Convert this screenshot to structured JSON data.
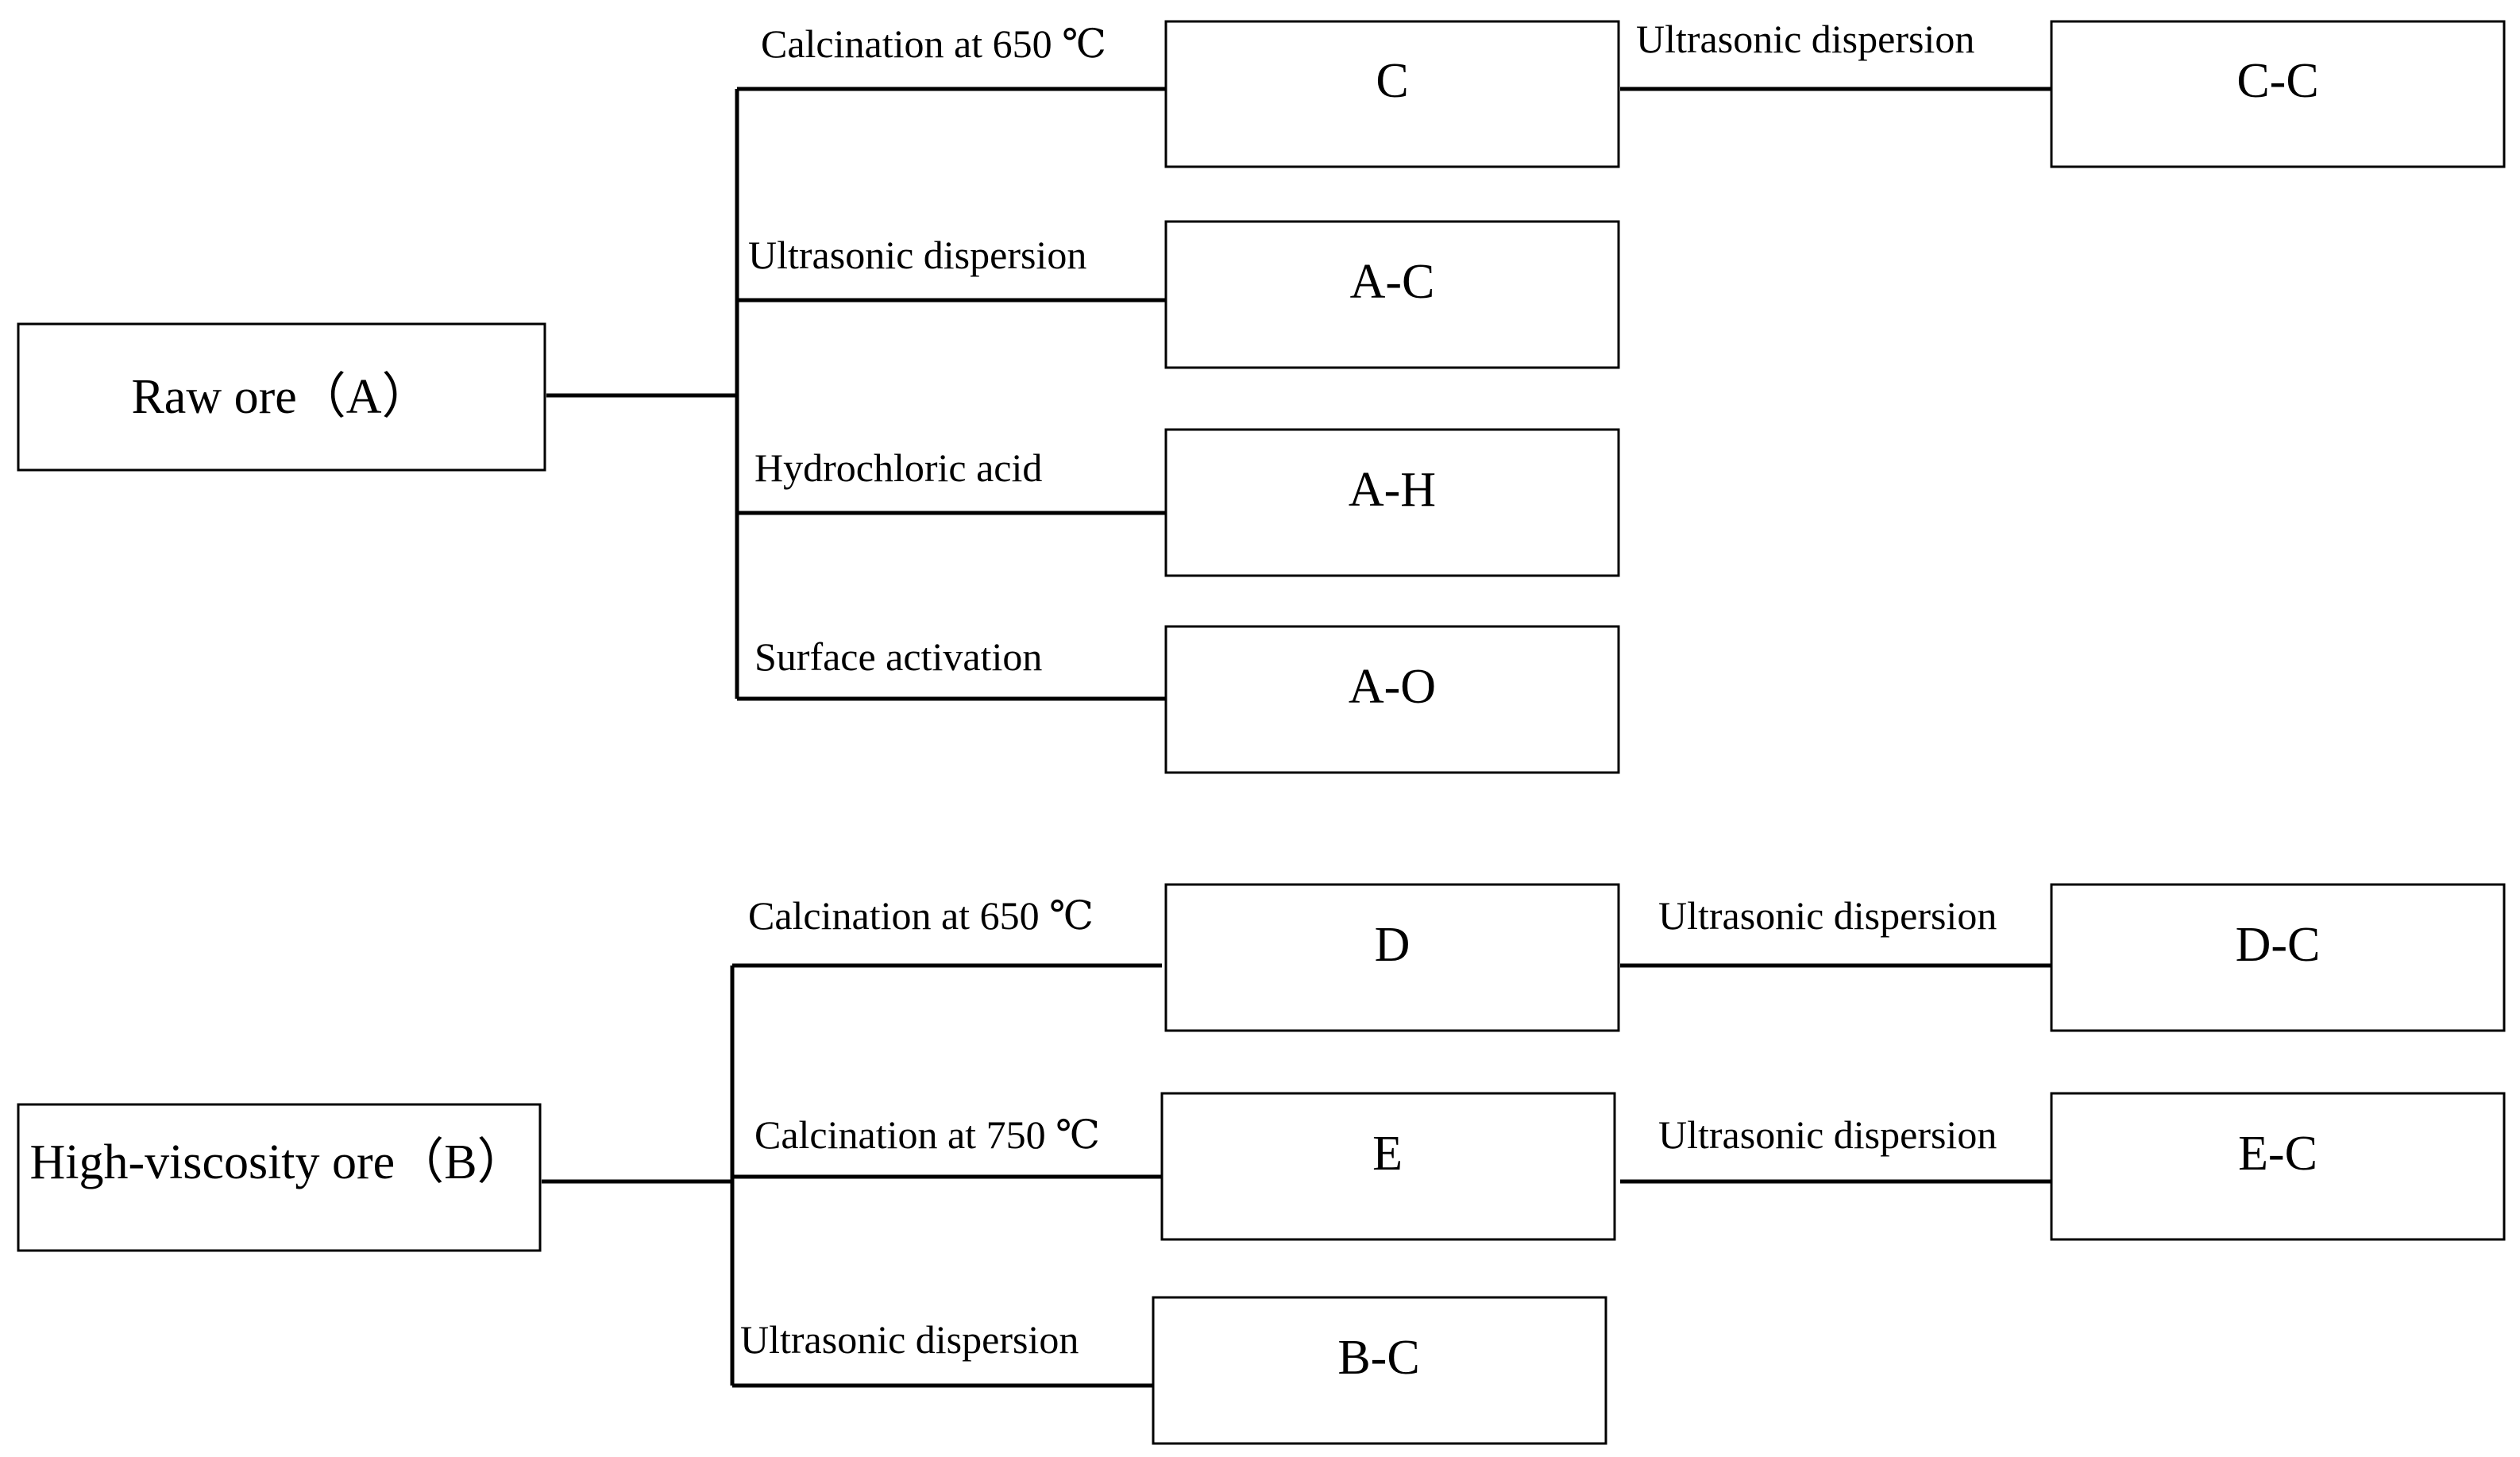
{
  "nodes": {
    "A": {
      "label": "Raw ore（A）"
    },
    "C": {
      "label": "C"
    },
    "CC": {
      "label": "C-C"
    },
    "AC": {
      "label": "A-C"
    },
    "AH": {
      "label": "A-H"
    },
    "AO": {
      "label": "A-O"
    },
    "B": {
      "label": "High-viscosity ore（B）"
    },
    "D": {
      "label": "D"
    },
    "DC": {
      "label": "D-C"
    },
    "E": {
      "label": "E"
    },
    "EC": {
      "label": "E-C"
    },
    "BC": {
      "label": "B-C"
    }
  },
  "edges": {
    "A_C": {
      "label": "Calcination at 650 ℃"
    },
    "C_CC": {
      "label": "Ultrasonic dispersion"
    },
    "A_AC": {
      "label": "Ultrasonic dispersion"
    },
    "A_AH": {
      "label": "Hydrochloric acid"
    },
    "A_AO": {
      "label": "Surface activation"
    },
    "B_D": {
      "label": "Calcination at 650 ℃"
    },
    "D_DC": {
      "label": "Ultrasonic dispersion"
    },
    "B_E": {
      "label": "Calcination at 750 ℃"
    },
    "E_EC": {
      "label": "Ultrasonic dispersion"
    },
    "B_BC": {
      "label": "Ultrasonic dispersion"
    }
  }
}
